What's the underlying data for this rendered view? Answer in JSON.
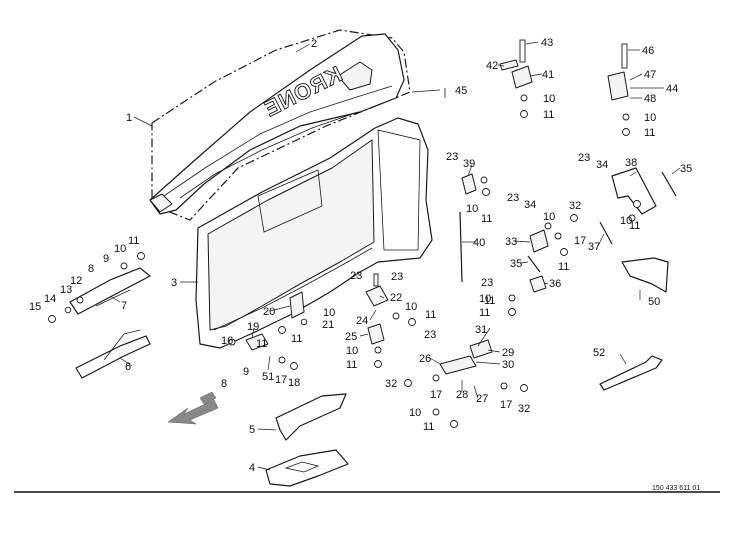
{
  "diagram": {
    "brand_text": "KRONE",
    "reference": "150 433 611 01",
    "labels": [
      {
        "id": "l1",
        "text": "1"
      },
      {
        "id": "l2",
        "text": "2"
      },
      {
        "id": "l3",
        "text": "3"
      },
      {
        "id": "l4",
        "text": "4"
      },
      {
        "id": "l5",
        "text": "5"
      },
      {
        "id": "l6",
        "text": "6"
      },
      {
        "id": "l7",
        "text": "7"
      },
      {
        "id": "l8a",
        "text": "8"
      },
      {
        "id": "l8b",
        "text": "8"
      },
      {
        "id": "l9a",
        "text": "9"
      },
      {
        "id": "l9b",
        "text": "9"
      },
      {
        "id": "l10a",
        "text": "10"
      },
      {
        "id": "l10b",
        "text": "10"
      },
      {
        "id": "l10c",
        "text": "10"
      },
      {
        "id": "l10d",
        "text": "10"
      },
      {
        "id": "l10e",
        "text": "10"
      },
      {
        "id": "l10f",
        "text": "10"
      },
      {
        "id": "l10g",
        "text": "10"
      },
      {
        "id": "l10h",
        "text": "10"
      },
      {
        "id": "l10i",
        "text": "10"
      },
      {
        "id": "l10j",
        "text": "10"
      },
      {
        "id": "l10k",
        "text": "10"
      },
      {
        "id": "l11a",
        "text": "11"
      },
      {
        "id": "l11b",
        "text": "11"
      },
      {
        "id": "l11c",
        "text": "11"
      },
      {
        "id": "l11d",
        "text": "11"
      },
      {
        "id": "l11e",
        "text": "11"
      },
      {
        "id": "l11f",
        "text": "11"
      },
      {
        "id": "l11g",
        "text": "11"
      },
      {
        "id": "l11h",
        "text": "11"
      },
      {
        "id": "l11i",
        "text": "11"
      },
      {
        "id": "l11j",
        "text": "11"
      },
      {
        "id": "l11k",
        "text": "11"
      },
      {
        "id": "l11l",
        "text": "11"
      },
      {
        "id": "l11m",
        "text": "11"
      },
      {
        "id": "l12",
        "text": "12"
      },
      {
        "id": "l13",
        "text": "13"
      },
      {
        "id": "l14",
        "text": "14"
      },
      {
        "id": "l15",
        "text": "15"
      },
      {
        "id": "l16",
        "text": "16"
      },
      {
        "id": "l17a",
        "text": "17"
      },
      {
        "id": "l17b",
        "text": "17"
      },
      {
        "id": "l17c",
        "text": "17"
      },
      {
        "id": "l17d",
        "text": "17"
      },
      {
        "id": "l18",
        "text": "18"
      },
      {
        "id": "l19",
        "text": "19"
      },
      {
        "id": "l20",
        "text": "20"
      },
      {
        "id": "l21",
        "text": "21"
      },
      {
        "id": "l22",
        "text": "22"
      },
      {
        "id": "l23a",
        "text": "23"
      },
      {
        "id": "l23b",
        "text": "23"
      },
      {
        "id": "l23c",
        "text": "23"
      },
      {
        "id": "l23d",
        "text": "23"
      },
      {
        "id": "l23e",
        "text": "23"
      },
      {
        "id": "l23f",
        "text": "23"
      },
      {
        "id": "l23g",
        "text": "23"
      },
      {
        "id": "l24",
        "text": "24"
      },
      {
        "id": "l25",
        "text": "25"
      },
      {
        "id": "l26",
        "text": "26"
      },
      {
        "id": "l27",
        "text": "27"
      },
      {
        "id": "l28",
        "text": "28"
      },
      {
        "id": "l29",
        "text": "29"
      },
      {
        "id": "l30",
        "text": "30"
      },
      {
        "id": "l31",
        "text": "31"
      },
      {
        "id": "l32a",
        "text": "32"
      },
      {
        "id": "l32b",
        "text": "32"
      },
      {
        "id": "l32c",
        "text": "32"
      },
      {
        "id": "l33",
        "text": "33"
      },
      {
        "id": "l34a",
        "text": "34"
      },
      {
        "id": "l34b",
        "text": "34"
      },
      {
        "id": "l35a",
        "text": "35"
      },
      {
        "id": "l35b",
        "text": "35"
      },
      {
        "id": "l36",
        "text": "36"
      },
      {
        "id": "l37",
        "text": "37"
      },
      {
        "id": "l38",
        "text": "38"
      },
      {
        "id": "l39",
        "text": "39"
      },
      {
        "id": "l40",
        "text": "40"
      },
      {
        "id": "l41",
        "text": "41"
      },
      {
        "id": "l42",
        "text": "42"
      },
      {
        "id": "l43",
        "text": "43"
      },
      {
        "id": "l44",
        "text": "44"
      },
      {
        "id": "l45",
        "text": "45"
      },
      {
        "id": "l46",
        "text": "46"
      },
      {
        "id": "l47",
        "text": "47"
      },
      {
        "id": "l48",
        "text": "48"
      },
      {
        "id": "l50",
        "text": "50"
      },
      {
        "id": "l51",
        "text": "51"
      },
      {
        "id": "l52",
        "text": "52"
      }
    ]
  }
}
